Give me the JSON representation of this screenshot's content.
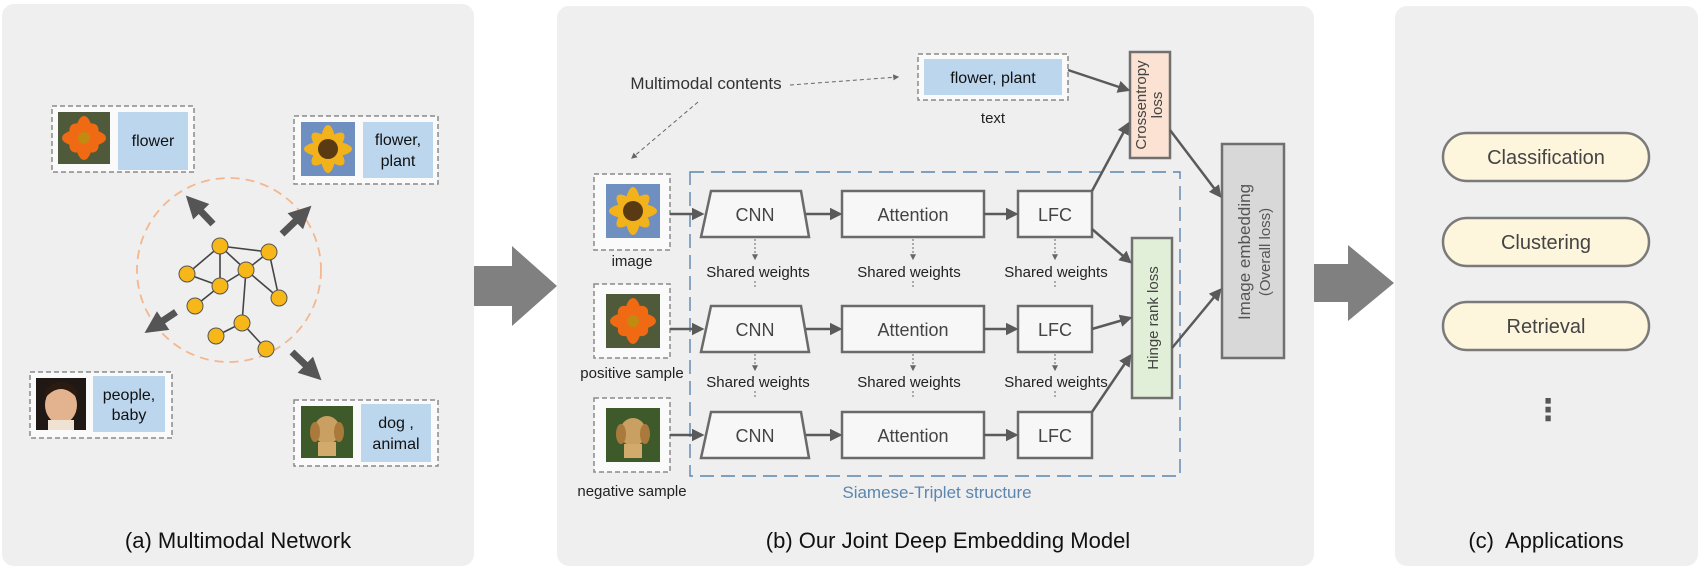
{
  "panels": {
    "a": {
      "caption": "(a) Multimodal Network",
      "items": [
        {
          "image": "flower-photo",
          "text": [
            "flower"
          ]
        },
        {
          "image": "sunflower-photo",
          "text": [
            "flower,",
            "plant"
          ]
        },
        {
          "image": "child-photo",
          "text": [
            "people,",
            "baby"
          ]
        },
        {
          "image": "dog-photo",
          "text": [
            "dog ,",
            "animal"
          ]
        }
      ]
    },
    "b": {
      "caption": "(b) Our Joint Deep Embedding Model",
      "multimodal_label": "Multimodal contents",
      "text_box": "flower, plant",
      "text_caption": "text",
      "sample_labels": [
        "image",
        "positive sample",
        "negative sample"
      ],
      "cnn": "CNN",
      "attention": "Attention",
      "lfc": "LFC",
      "shared_weights": "Shared weights",
      "crossentropy": [
        "Crossentropy",
        "loss"
      ],
      "hinge": "Hinge rank loss",
      "embedding": [
        "Image embedding",
        "(Overall loss)"
      ],
      "structure_label": "Siamese-Triplet structure"
    },
    "c": {
      "caption": "(c)  Applications",
      "apps": [
        "Classification",
        "Clustering",
        "Retrieval"
      ],
      "more": "⋮"
    }
  },
  "colors": {
    "panel_bg": "#efefef",
    "tag_blue": "#bcd6ee",
    "node_yellow": "#f7b718",
    "ring_orange": "#f3b78f",
    "pill_fill": "#fdf5dc",
    "crossentropy_fill": "#fbe2d2",
    "hinge_fill": "#e2efd8",
    "embedding_fill": "#d8d8d8",
    "siamese_blue": "#5b86b0"
  }
}
